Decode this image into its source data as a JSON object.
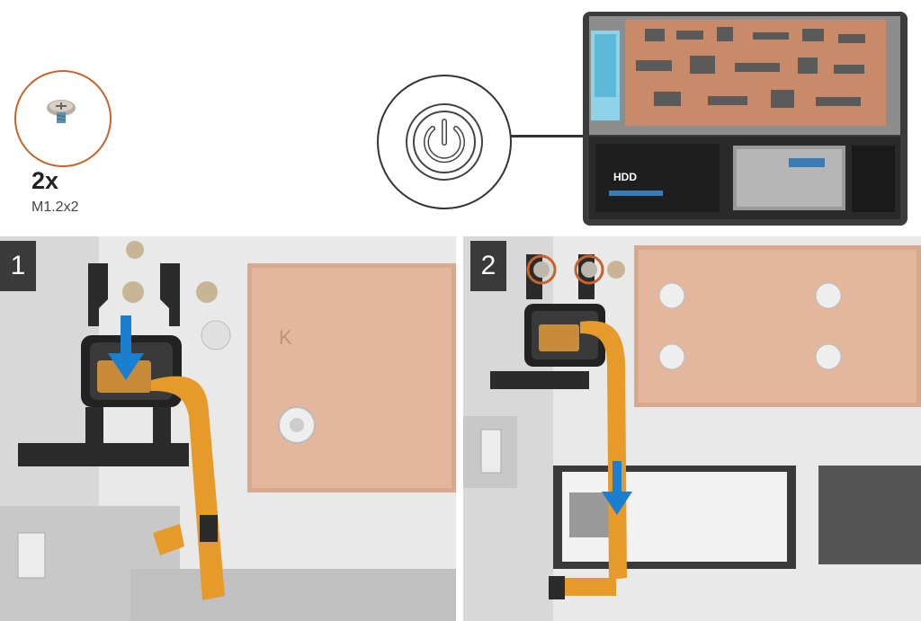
{
  "screws": {
    "quantity": "2x",
    "type": "M1.2x2"
  },
  "overview": {
    "hdd_label": "HDD"
  },
  "steps": [
    {
      "number": "1"
    },
    {
      "number": "2"
    }
  ],
  "colors": {
    "accent": "#c8622a",
    "arrow": "#1a7fd1",
    "copper": "#d49a7c",
    "flex_cable": "#e59a2a",
    "badge": "#3a3a3a"
  },
  "icons": [
    "screw-icon",
    "power-icon",
    "down-arrow-icon"
  ]
}
